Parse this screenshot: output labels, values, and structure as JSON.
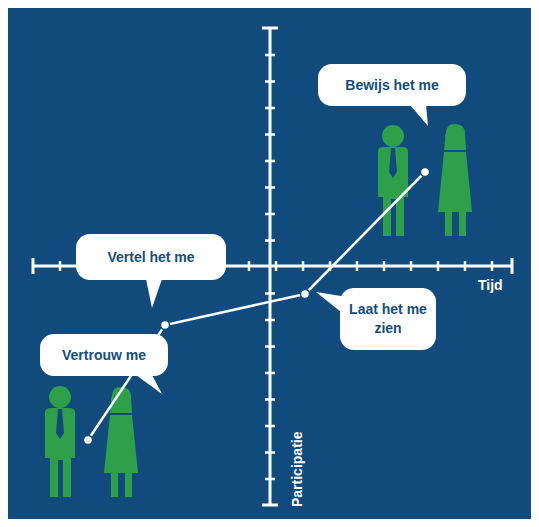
{
  "diagram": {
    "nodes": [
      {
        "text": [
          "Bewijs het me"
        ]
      },
      {
        "text": [
          "Vertel het me"
        ]
      },
      {
        "text": [
          "Laat het me zien"
        ]
      },
      {
        "text": [
          "Vertrouw me"
        ]
      }
    ],
    "labels": [
      "Tijd",
      "Participatie"
    ]
  }
}
